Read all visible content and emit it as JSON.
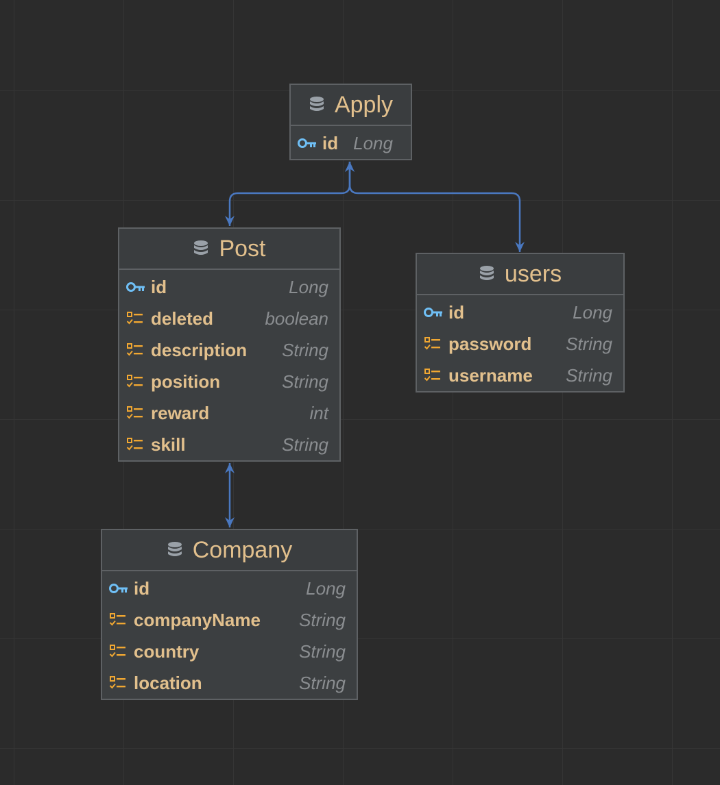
{
  "diagram": {
    "entities": {
      "apply": {
        "title": "Apply",
        "fields": [
          {
            "name": "id",
            "type": "Long",
            "icon": "primary-key-icon"
          }
        ]
      },
      "post": {
        "title": "Post",
        "fields": [
          {
            "name": "id",
            "type": "Long",
            "icon": "primary-key-icon"
          },
          {
            "name": "deleted",
            "type": "boolean",
            "icon": "column-icon"
          },
          {
            "name": "description",
            "type": "String",
            "icon": "column-icon"
          },
          {
            "name": "position",
            "type": "String",
            "icon": "column-icon"
          },
          {
            "name": "reward",
            "type": "int",
            "icon": "column-icon"
          },
          {
            "name": "skill",
            "type": "String",
            "icon": "column-icon"
          }
        ]
      },
      "users": {
        "title": "users",
        "fields": [
          {
            "name": "id",
            "type": "Long",
            "icon": "primary-key-icon"
          },
          {
            "name": "password",
            "type": "String",
            "icon": "column-icon"
          },
          {
            "name": "username",
            "type": "String",
            "icon": "column-icon"
          }
        ]
      },
      "company": {
        "title": "Company",
        "fields": [
          {
            "name": "id",
            "type": "Long",
            "icon": "primary-key-icon"
          },
          {
            "name": "companyName",
            "type": "String",
            "icon": "column-icon"
          },
          {
            "name": "country",
            "type": "String",
            "icon": "column-icon"
          },
          {
            "name": "location",
            "type": "String",
            "icon": "column-icon"
          }
        ]
      }
    },
    "relations": [
      {
        "from": "Apply",
        "to": "Post",
        "arrows": "both"
      },
      {
        "from": "Apply",
        "to": "users",
        "arrows": "both"
      },
      {
        "from": "Post",
        "to": "Company",
        "arrows": "both"
      }
    ],
    "colors": {
      "background": "#2b2b2b",
      "grid": "#353535",
      "entity_fill": "#3c3f41",
      "entity_border": "#5e6164",
      "name_text": "#e2c08d",
      "type_text": "#8a8d90",
      "key_icon": "#6fbff5",
      "column_icon": "#f0a732",
      "relation_line": "#4a78c0",
      "table_icon": "#9aa1a8"
    }
  }
}
